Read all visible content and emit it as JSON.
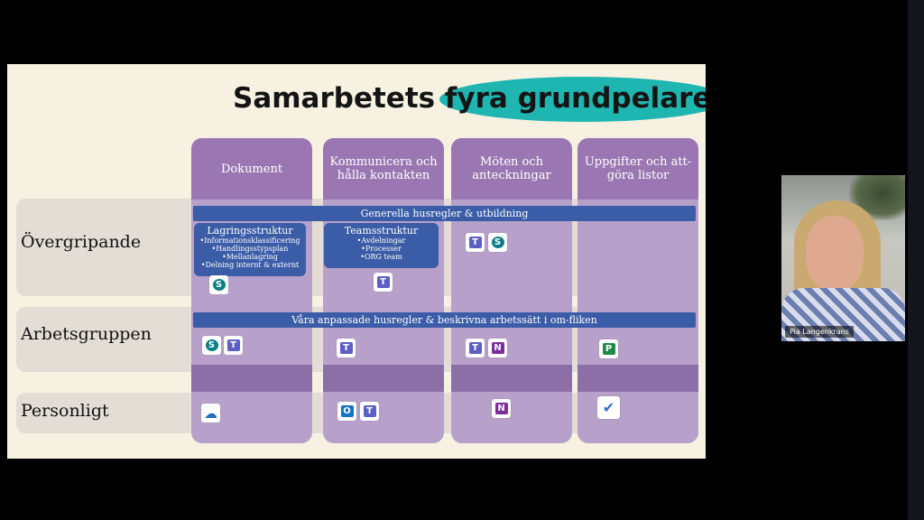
{
  "slide": {
    "title_part1": "Samarbetets ",
    "title_part2": "fyra grundpelare",
    "columns": [
      "Dokument",
      "Kommunicera och hålla kontakten",
      "Möten och anteckningar",
      "Uppgifter och att-göra listor"
    ],
    "rows": [
      "Övergripande",
      "Arbetsgruppen",
      "Personligt"
    ],
    "banners": {
      "general": "Generella husregler & utbildning",
      "team": "Våra anpassade husregler & beskrivna arbetssätt i om-fliken"
    },
    "boxes": {
      "storage": {
        "title": "Lagringsstruktur",
        "items": [
          "•Informationsklassificering",
          "•Handlingsstypsplan",
          "•Mellanlagring",
          "•Delning internt & externt"
        ]
      },
      "teams": {
        "title": "Teamsstruktur",
        "items": [
          "•Avdelningar",
          "•Processer",
          "•ORG team"
        ]
      }
    },
    "icons": {
      "teams": "T",
      "sharepoint": "S",
      "onenote": "N",
      "planner": "P",
      "outlook": "O",
      "todo": "✔",
      "onedrive": "☁"
    }
  },
  "webcam": {
    "participant_name": "Pia Langenkrans"
  },
  "colors": {
    "slide_bg": "#f7f1e2",
    "column": "#b7a1ca",
    "column_header": "#9a77b2",
    "banner": "#3b5ca6",
    "title_highlight": "#1fb5b0"
  }
}
